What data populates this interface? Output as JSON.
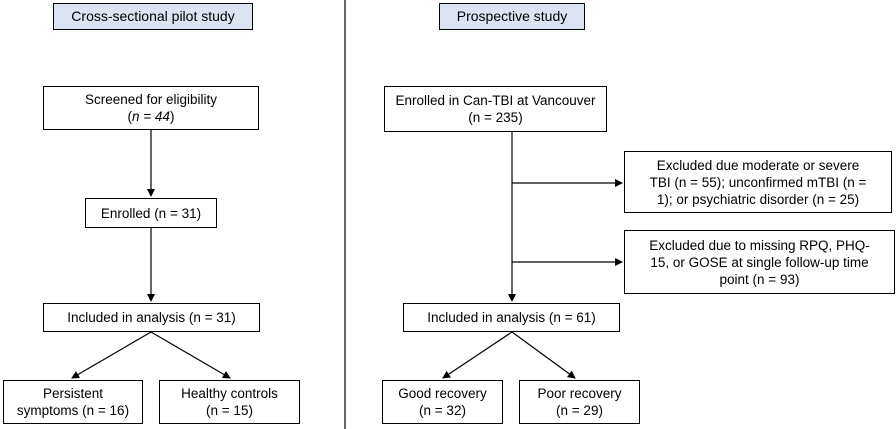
{
  "left": {
    "header": "Cross-sectional pilot study",
    "screened": {
      "label": "Screened for eligibility",
      "n": "n = 44"
    },
    "enrolled": "Enrolled (n = 31)",
    "included": "Included in analysis (n = 31)",
    "persistent": {
      "label": "Persistent",
      "line2": "symptoms (n = 16)"
    },
    "healthy": {
      "label": "Healthy controls",
      "n": "(n = 15)"
    }
  },
  "right": {
    "header": "Prospective study",
    "enrolled": {
      "label": "Enrolled in Can-TBI at Vancouver",
      "n": "(n = 235)"
    },
    "excluded1": {
      "line1": "Excluded due moderate or severe",
      "line2": "TBI (n = 55); unconfirmed mTBI (n =",
      "line3": "1); or psychiatric disorder (n = 25)"
    },
    "excluded2": {
      "line1": "Excluded due to missing RPQ, PHQ-",
      "line2": "15, or GOSE at single follow-up time",
      "line3": "point (n = 93)"
    },
    "included": "Included in analysis (n = 61)",
    "good": {
      "label": "Good recovery",
      "n": "(n = 32)"
    },
    "poor": {
      "label": "Poor recovery",
      "n": "(n = 29)"
    }
  }
}
